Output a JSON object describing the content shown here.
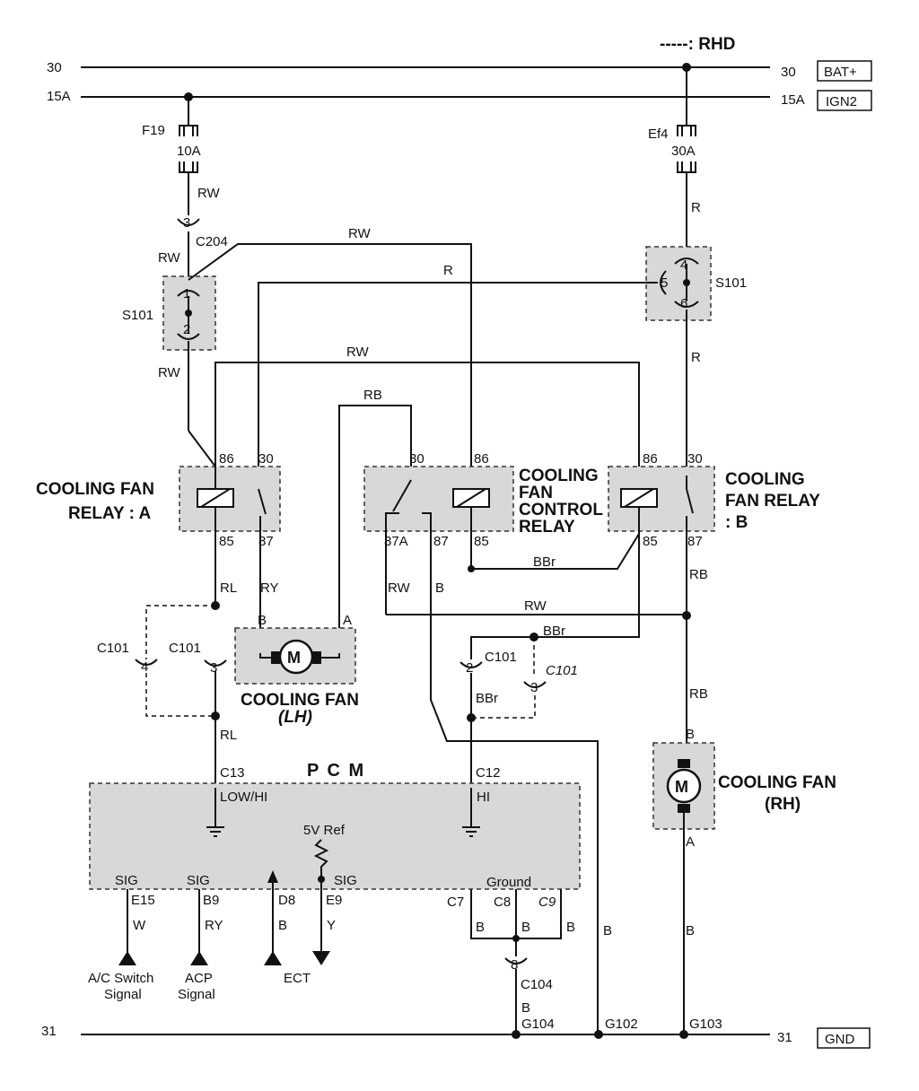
{
  "legend": {
    "rhd": "-----: RHD"
  },
  "rails": {
    "b30_left": "30",
    "b30_right": "30",
    "bat": "BAT+",
    "ign_left": "15A",
    "ign_right": "15A",
    "ign": "IGN2",
    "gnd_left": "31",
    "gnd_right": "31",
    "gnd": "GND"
  },
  "fuses": {
    "f19_name": "F19",
    "f19_rating": "10A",
    "ef4_name": "Ef4",
    "ef4_rating": "30A"
  },
  "wires": {
    "rw": "RW",
    "r": "R",
    "rb": "RB",
    "rl": "RL",
    "ry": "RY",
    "bbr": "BBr",
    "b": "B",
    "w": "W",
    "y": "Y",
    "a": "A"
  },
  "connectors": {
    "c204": "C204",
    "c101": "C101",
    "c104": "C104",
    "s101": "S101",
    "c13": "C13",
    "c12": "C12",
    "c7": "C7",
    "c8": "C8",
    "c9": "C9",
    "e15": "E15",
    "b9": "B9",
    "d8": "D8",
    "e9": "E9"
  },
  "pins": {
    "p1": "1",
    "p2": "2",
    "p3": "3",
    "p4": "4",
    "p5": "5",
    "p6": "6",
    "p8": "8",
    "p86": "86",
    "p30": "30",
    "p85": "85",
    "p87": "87",
    "p87a": "87A"
  },
  "components": {
    "relay_a_1": "COOLING FAN",
    "relay_a_2": "RELAY : A",
    "ctrl_1": "COOLING",
    "ctrl_2": "FAN",
    "ctrl_3": "CONTROL",
    "ctrl_4": "RELAY",
    "relay_b_1": "COOLING",
    "relay_b_2": "FAN RELAY",
    "relay_b_3": ": B",
    "fan_lh_1": "COOLING FAN",
    "fan_lh_2": "(LH)",
    "fan_rh_1": "COOLING FAN",
    "fan_rh_2": "(RH)",
    "motor": "M"
  },
  "pcm": {
    "title": "P C M",
    "low_hi": "LOW/HI",
    "hi": "HI",
    "vref": "5V Ref",
    "sig": "SIG",
    "ground": "Ground"
  },
  "signals": {
    "ac_1": "A/C Switch",
    "ac_2": "Signal",
    "acp_1": "ACP",
    "acp_2": "Signal",
    "ect": "ECT"
  },
  "grounds": {
    "g102": "G102",
    "g103": "G103",
    "g104": "G104"
  }
}
